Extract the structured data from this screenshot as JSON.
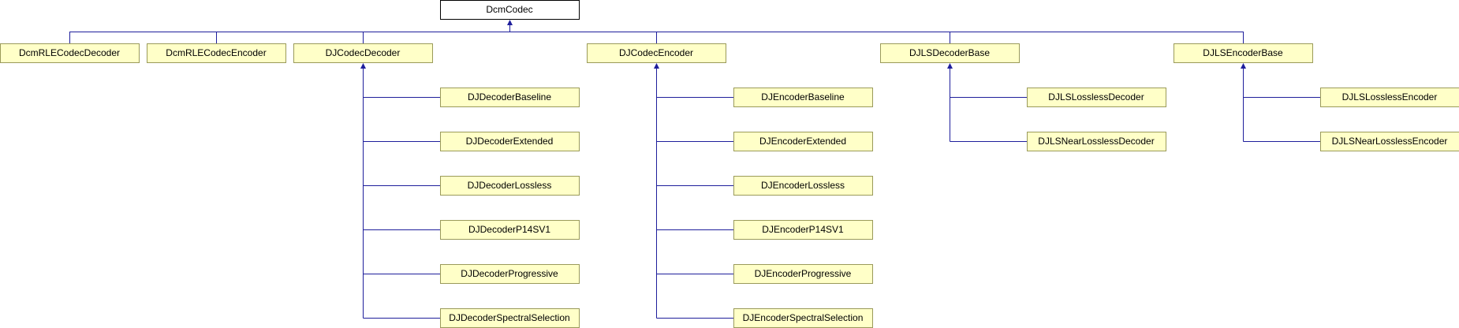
{
  "diagram": {
    "root": "DcmCodec",
    "level1": [
      "DcmRLECodecDecoder",
      "DcmRLECodecEncoder",
      "DJCodecDecoder",
      "DJCodecEncoder",
      "DJLSDecoderBase",
      "DJLSEncoderBase"
    ],
    "dj_decoder_children": [
      "DJDecoderBaseline",
      "DJDecoderExtended",
      "DJDecoderLossless",
      "DJDecoderP14SV1",
      "DJDecoderProgressive",
      "DJDecoderSpectralSelection"
    ],
    "dj_encoder_children": [
      "DJEncoderBaseline",
      "DJEncoderExtended",
      "DJEncoderLossless",
      "DJEncoderP14SV1",
      "DJEncoderProgressive",
      "DJEncoderSpectralSelection"
    ],
    "djls_decoder_children": [
      "DJLSLosslessDecoder",
      "DJLSNearLosslessDecoder"
    ],
    "djls_encoder_children": [
      "DJLSLosslessEncoder",
      "DJLSNearLosslessEncoder"
    ]
  }
}
